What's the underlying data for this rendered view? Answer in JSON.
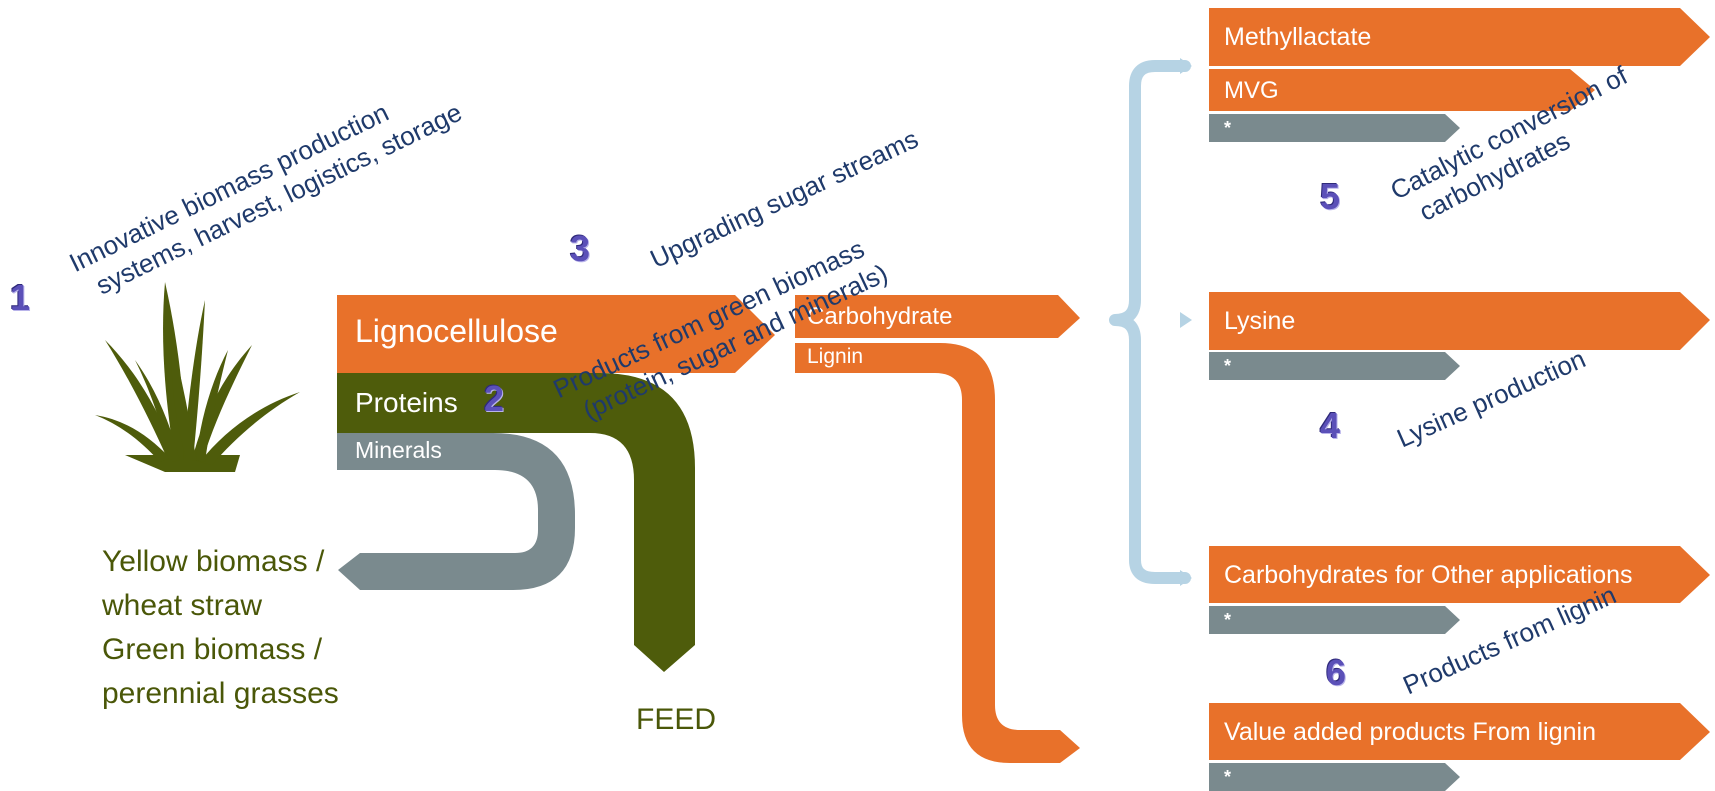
{
  "source": {
    "labels": [
      "Yellow biomass /",
      "wheat straw",
      "Green biomass /",
      "perennial grasses"
    ]
  },
  "streams": {
    "lignocellulose": "Lignocellulose",
    "proteins": "Proteins",
    "minerals": "Minerals",
    "carbohydrate": "Carbohydrate",
    "lignin": "Lignin",
    "feed": "FEED"
  },
  "products": {
    "methyllactate": "Methyllactate",
    "mvg": "MVG",
    "lysine": "Lysine",
    "carbohydrates_other": "Carbohydrates for Other applications",
    "value_added_lignin": "Value added products From lignin",
    "placeholder": "*"
  },
  "steps": [
    {
      "number": "1",
      "lines": [
        "Innovative biomass production",
        "systems, harvest, logistics, storage"
      ]
    },
    {
      "number": "2",
      "lines": [
        "Products from green biomass",
        "(protein, sugar and minerals)"
      ]
    },
    {
      "number": "3",
      "lines": [
        "Upgrading sugar streams"
      ]
    },
    {
      "number": "4",
      "lines": [
        "Lysine production"
      ]
    },
    {
      "number": "5",
      "lines": [
        "Catalytic conversion of",
        "carbohydrates"
      ]
    },
    {
      "number": "6",
      "lines": [
        "Products from lignin"
      ]
    }
  ],
  "colors": {
    "orange": "#e8712a",
    "olive": "#4e5c0b",
    "gray": "#7a8a8e",
    "bracket": "#b6d3e4",
    "text_blue": "#1f3a6b",
    "number_purple": "#5b50b8"
  },
  "icons": [
    "grass-icon"
  ]
}
